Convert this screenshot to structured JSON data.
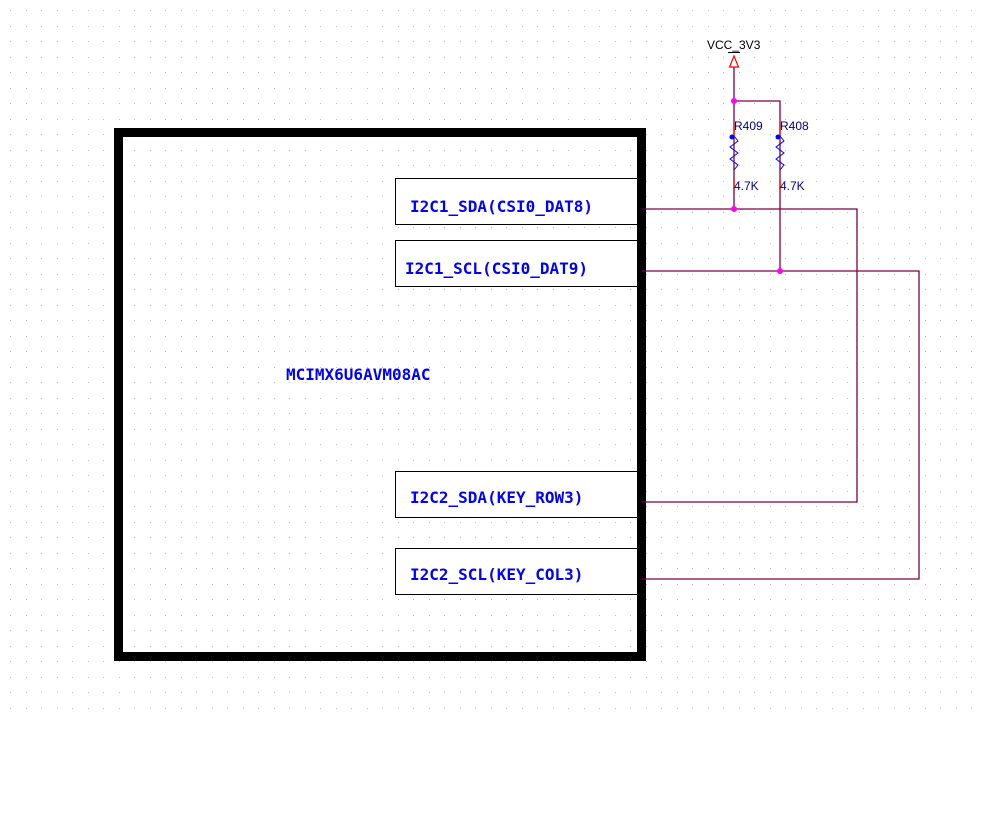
{
  "schematic": {
    "colors": {
      "wire": "#800040",
      "junction": "#ff00ff",
      "component_body": "#000000",
      "pin_label": "#0000ff",
      "resistor": "#0000ff",
      "resistor_pin": "#ff0000",
      "power_symbol": "#ff0000",
      "grid_dot": "#c0c0c0"
    },
    "chip": {
      "part_number": "MCIMX6U6AVM08AC",
      "pins": [
        {
          "id": "pin1",
          "label": "I2C1_SDA(CSI0_DAT8)",
          "net": "I2C1_SDA"
        },
        {
          "id": "pin2",
          "label": "I2C1_SCL(CSI0_DAT9)",
          "net": "I2C1_SCL"
        },
        {
          "id": "pin3",
          "label": "I2C2_SDA(KEY_ROW3)",
          "net": "I2C1_SDA"
        },
        {
          "id": "pin4",
          "label": "I2C2_SCL(KEY_COL3)",
          "net": "I2C1_SCL"
        }
      ]
    },
    "power": {
      "label": "VCC_3V3"
    },
    "resistors": [
      {
        "designator": "R409",
        "value": "4.7K",
        "net": "I2C1_SDA"
      },
      {
        "designator": "R408",
        "value": "4.7K",
        "net": "I2C1_SCL"
      }
    ]
  }
}
